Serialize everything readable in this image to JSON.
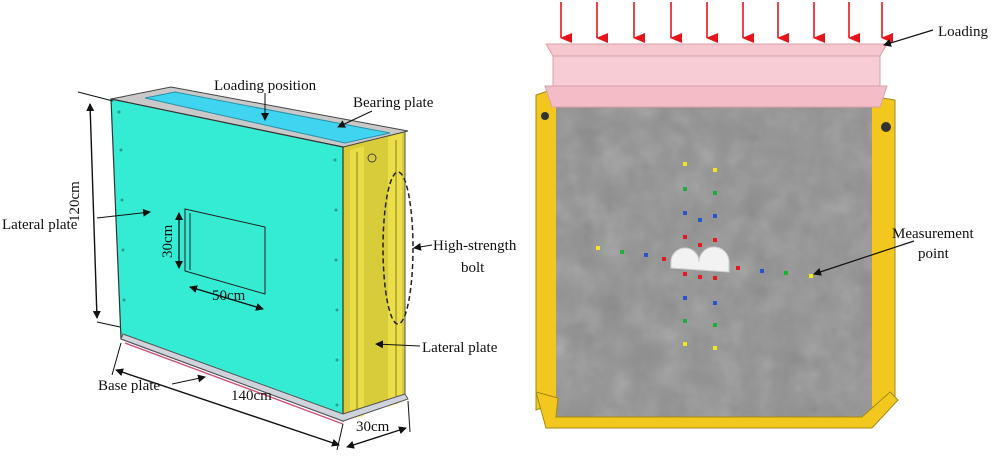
{
  "left_diagram": {
    "labels": {
      "loading_position": "Loading position",
      "bearing_plate": "Bearing plate",
      "lateral_plate_left": "Lateral plate",
      "high_strength_bolt_line1": "High-strength",
      "high_strength_bolt_line2": "bolt",
      "lateral_plate_right": "Lateral plate",
      "base_plate": "Base plate"
    },
    "dimensions": {
      "height": "120cm",
      "width": "140cm",
      "depth": "30cm",
      "opening_height": "30cm",
      "opening_width": "50cm"
    }
  },
  "right_diagram": {
    "labels": {
      "loading": "Loading",
      "measurement_point_line1": "Measurement",
      "measurement_point_line2": "point"
    }
  },
  "colors": {
    "front_plate": "#34ecd4",
    "side_plate": "#d9cc3a",
    "bearing_plate": "#3fd5f0",
    "loading_beam": "#f6c7cf",
    "frame_yellow": "#f2c81e",
    "concrete": "#8f8f8f",
    "arrow_red": "#e8141b",
    "marker_yellow": "#f3e61a",
    "marker_green": "#1fae3a",
    "marker_red": "#e21b23",
    "marker_blue": "#2656c8"
  }
}
